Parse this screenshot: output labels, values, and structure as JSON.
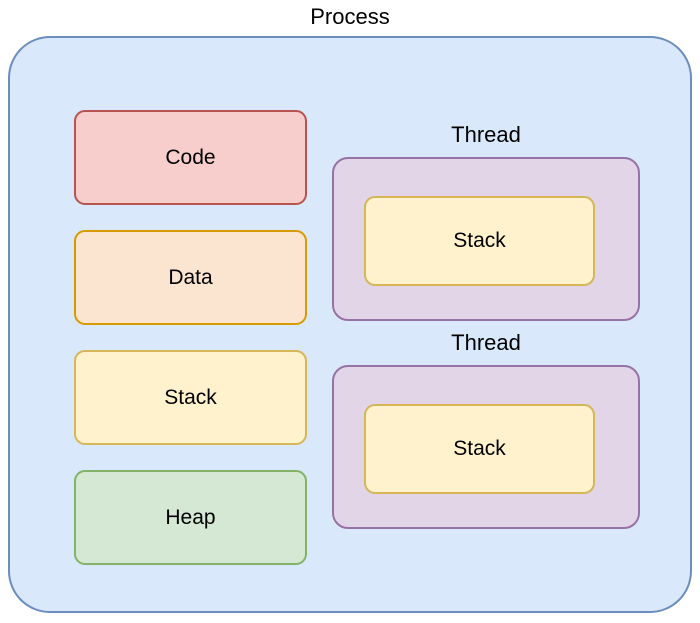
{
  "diagram": {
    "type": "process-thread-memory-layout",
    "process": {
      "title": "Process",
      "fill": "#dae8fc",
      "stroke": "#6c8ebf",
      "segments": [
        {
          "label": "Code",
          "fill": "#f8cecc",
          "stroke": "#b85450"
        },
        {
          "label": "Data",
          "fill": "#fce5d0",
          "stroke": "#d79b00"
        },
        {
          "label": "Stack",
          "fill": "#fff2cc",
          "stroke": "#d6b656"
        },
        {
          "label": "Heap",
          "fill": "#d5e8d4",
          "stroke": "#82b366"
        }
      ],
      "threads": [
        {
          "title": "Thread",
          "fill": "#e1d5e7",
          "stroke": "#9673a6",
          "stack": {
            "label": "Stack",
            "fill": "#fff2cc",
            "stroke": "#d6b656"
          }
        },
        {
          "title": "Thread",
          "fill": "#e1d5e7",
          "stroke": "#9673a6",
          "stack": {
            "label": "Stack",
            "fill": "#fff2cc",
            "stroke": "#d6b656"
          }
        }
      ]
    }
  }
}
